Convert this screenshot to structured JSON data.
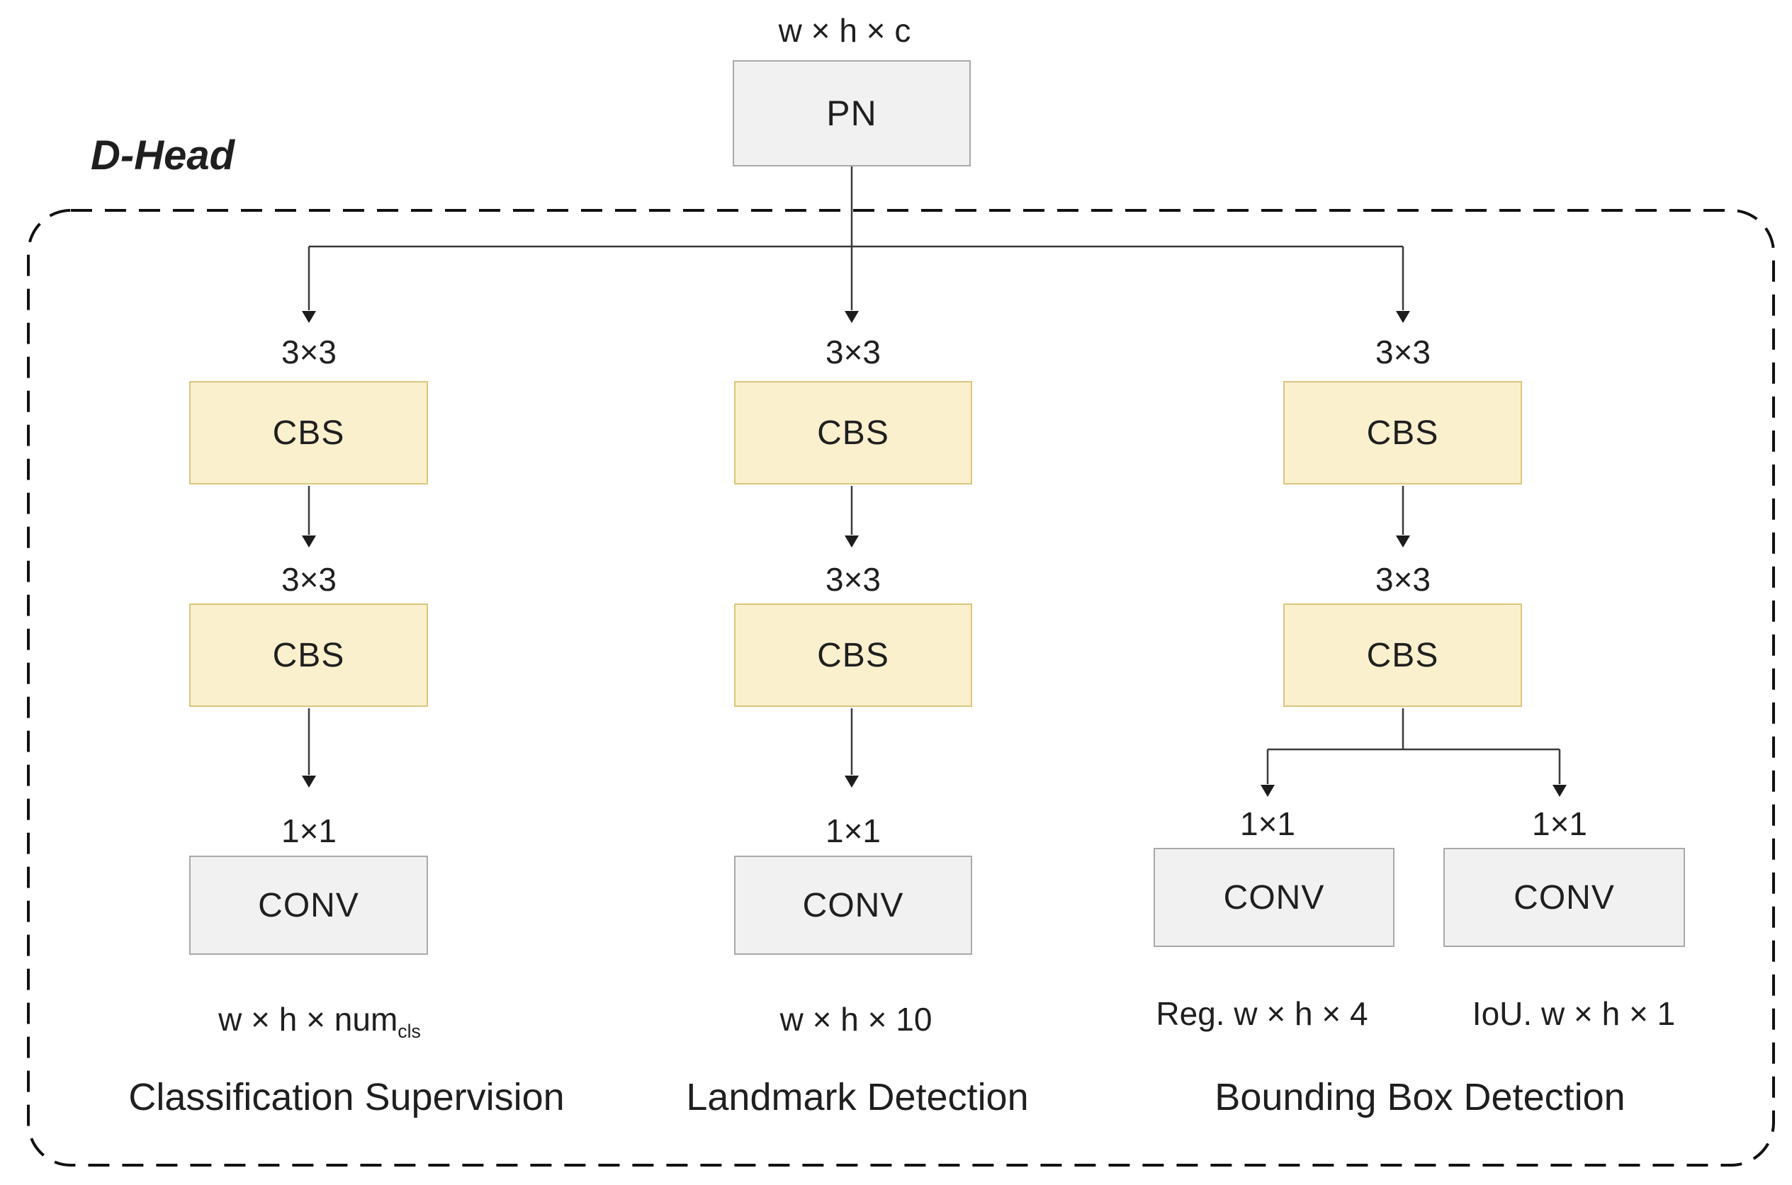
{
  "title": "D-Head detection head diagram",
  "input": {
    "dims": "w × h × c",
    "block": "PN"
  },
  "container": {
    "label": "D-Head"
  },
  "branches": [
    {
      "kernel1": "3×3",
      "block1": "CBS",
      "kernel2": "3×3",
      "block2": "CBS",
      "kernel3": "1×1",
      "block3": "CONV",
      "output_main": "w × h × num",
      "output_sub": "cls",
      "caption": "Classification Supervision"
    },
    {
      "kernel1": "3×3",
      "block1": "CBS",
      "kernel2": "3×3",
      "block2": "CBS",
      "kernel3": "1×1",
      "block3": "CONV",
      "output_main": "w × h × 10",
      "output_sub": "",
      "caption": "Landmark Detection"
    },
    {
      "kernel1": "3×3",
      "block1": "CBS",
      "kernel2": "3×3",
      "block2": "CBS",
      "kernel3a": "1×1",
      "block3a": "CONV",
      "kernel3b": "1×1",
      "block3b": "CONV",
      "output_a": "Reg. w × h × 4",
      "output_b": "IoU. w × h × 1",
      "caption": "Bounding Box Detection"
    }
  ],
  "colors": {
    "cbs_fill": "#FBF0CE",
    "cbs_border": "#DCC57C",
    "conv_fill": "#F1F1F1",
    "conv_border": "#A9A9A9",
    "line": "#3A3A3A",
    "dashed_border": "#111111",
    "text": "#1F1F1F"
  }
}
